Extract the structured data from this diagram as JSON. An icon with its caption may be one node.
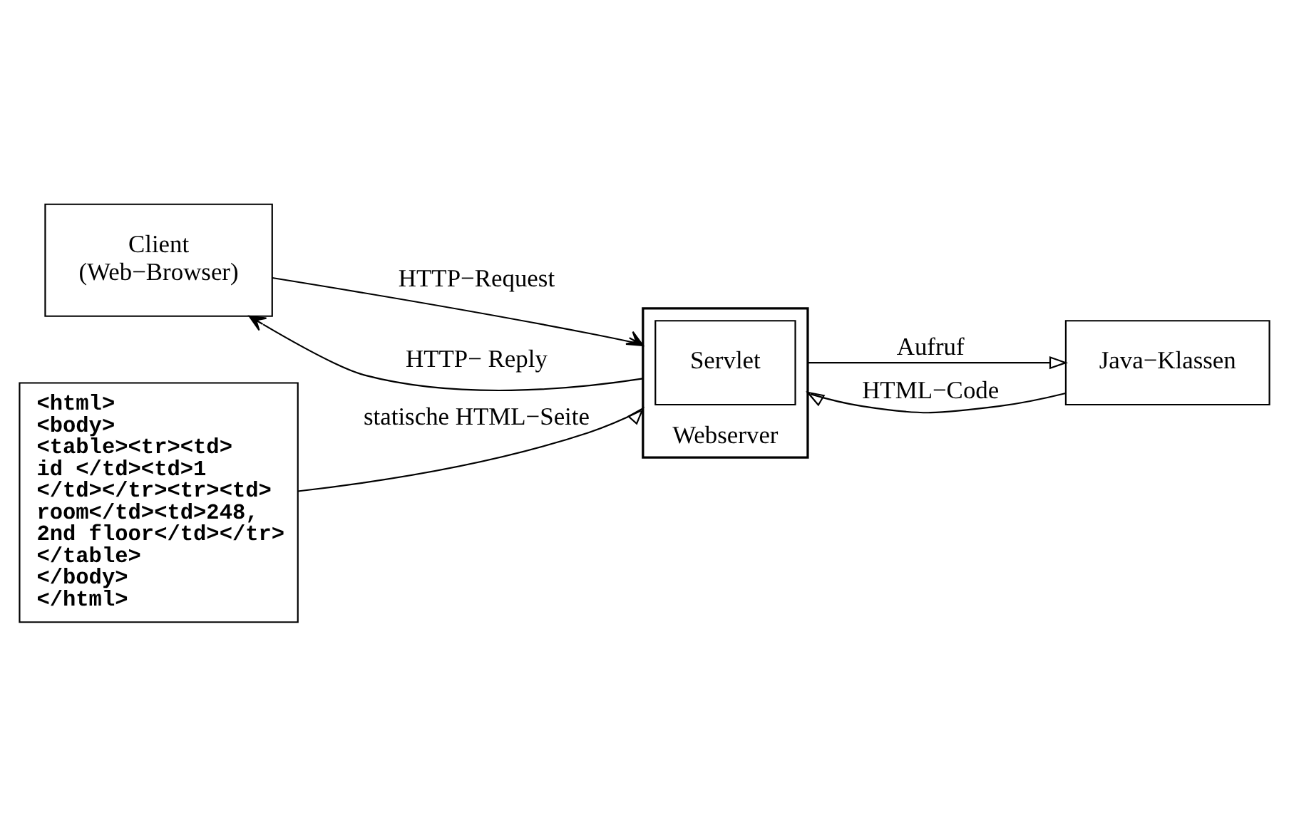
{
  "diagram": {
    "nodes": [
      {
        "text": [
          "Client",
          "(Web−Browser)"
        ]
      },
      {
        "text": [
          "Webserver"
        ]
      },
      {
        "text": [
          "Servlet"
        ],
        "in": 1
      },
      {
        "text": [
          "Java−Klassen"
        ]
      },
      {
        "text": [
          "<html>",
          "<body>",
          "<table><tr><td>",
          "id </td><td>1",
          "</td></tr><tr><td>",
          "room</td><td>248,",
          "2nd floor</td></tr>",
          "</table>",
          "</body>",
          "</html>"
        ]
      }
    ],
    "edges": [
      {
        "from": 0,
        "to": 1,
        "arrow": "to",
        "label": "HTTP−Request"
      },
      {
        "from": 1,
        "to": 0,
        "arrow": "to",
        "label": "HTTP− Reply"
      },
      {
        "from": 1,
        "to": 3,
        "arrow": "to",
        "label": "Aufruf"
      },
      {
        "from": 3,
        "to": 1,
        "arrow": "to",
        "label": "HTML−Code"
      },
      {
        "from": 4,
        "to": 1,
        "arrow": "to",
        "label": "statische HTML−Seite"
      }
    ]
  }
}
